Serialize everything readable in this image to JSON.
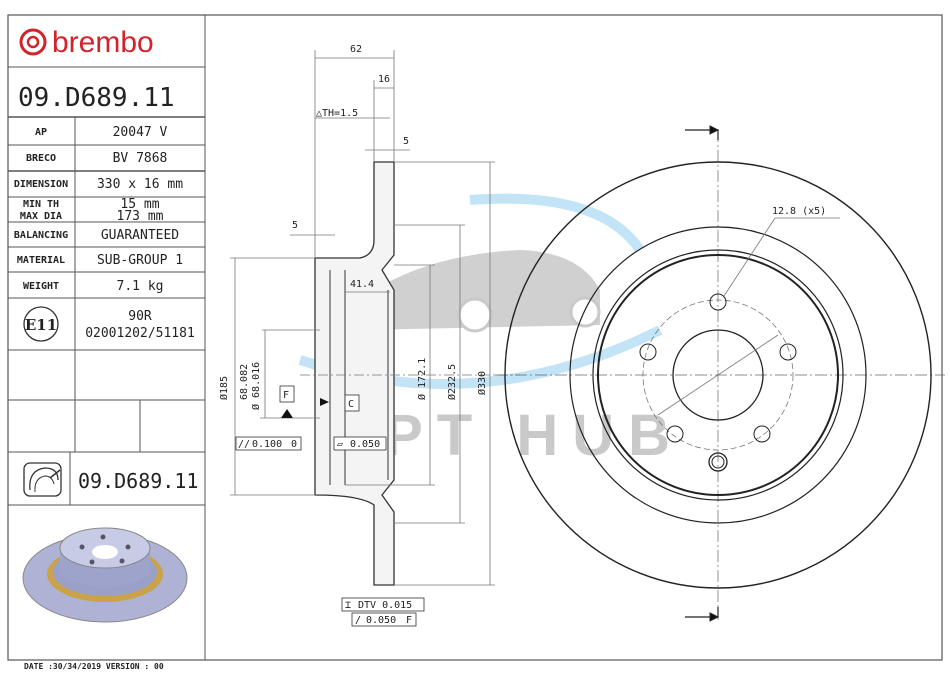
{
  "brand": {
    "name": "brembo",
    "color": "#d2232a"
  },
  "part_number": "09.D689.11",
  "specs": [
    {
      "label": "AP",
      "value": "20047 V"
    },
    {
      "label": "BRECO",
      "value": "BV 7868"
    },
    {
      "label": "DIMENSION",
      "value": "330 x 16 mm"
    },
    {
      "label": "MIN TH",
      "value": "15 mm"
    },
    {
      "label": "MAX DIA",
      "value": "173 mm"
    },
    {
      "label": "BALANCING",
      "value": "GUARANTEED"
    },
    {
      "label": "MATERIAL",
      "value": "SUB-GROUP 1"
    },
    {
      "label": "WEIGHT",
      "value": "7.1 kg"
    }
  ],
  "approval": {
    "mark": "E11",
    "line1": "90R",
    "line2": "02001202/51181"
  },
  "footer": "DATE :30/34/2019 VERSION : 00",
  "watermark": "OPT HUB",
  "dimensions": {
    "overall_height": "62",
    "thickness": "16",
    "delta_th": "△TH=1.5",
    "groove": "5",
    "hat_wall": "5",
    "hat_depth": "41.4",
    "d185": "Ø185",
    "bore_max": "68.082",
    "bore_min": "Ø 68.016",
    "d172": "Ø 172.1",
    "d232": "Ø232.5",
    "d330": "Ø330",
    "bolt_holes": "12.8 (x5)",
    "datum_f": "F",
    "datum_c": "C",
    "tol_parallel": "0.100",
    "tol_parallel_ref": "0",
    "tol_flat": "0.050",
    "dtv": "DTV 0.015",
    "runout": "0.050",
    "runout_ref": "F"
  }
}
